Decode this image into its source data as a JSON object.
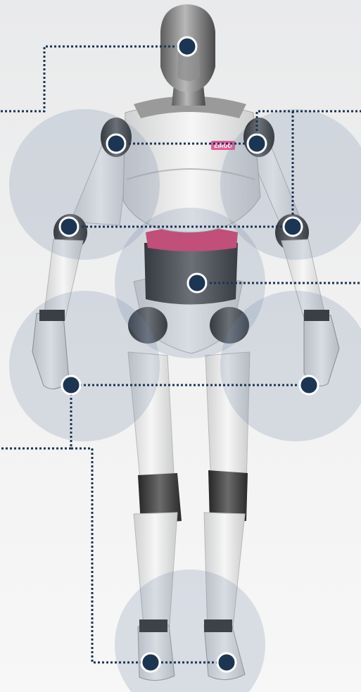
{
  "robot": {
    "badge_text": "EIRUO"
  },
  "colors": {
    "background": "#ededed",
    "zone_fill": "#6f86a6",
    "marker_fill": "#1c3552",
    "marker_stroke": "#ffffff",
    "connector": "#1c3552",
    "body_white": "#ececec",
    "body_dark": "#3a3a3a",
    "accent_pink": "#d9416e"
  },
  "zones": [
    {
      "name": "zone-left-shoulder"
    },
    {
      "name": "zone-right-shoulder"
    },
    {
      "name": "zone-torso"
    },
    {
      "name": "zone-left-hand"
    },
    {
      "name": "zone-right-hand"
    },
    {
      "name": "zone-feet"
    }
  ],
  "markers": [
    {
      "name": "marker-head"
    },
    {
      "name": "marker-left-shoulder"
    },
    {
      "name": "marker-right-shoulder"
    },
    {
      "name": "marker-left-elbow"
    },
    {
      "name": "marker-right-elbow"
    },
    {
      "name": "marker-waist"
    },
    {
      "name": "marker-left-hand"
    },
    {
      "name": "marker-right-hand"
    },
    {
      "name": "marker-left-foot"
    },
    {
      "name": "marker-right-foot"
    }
  ]
}
